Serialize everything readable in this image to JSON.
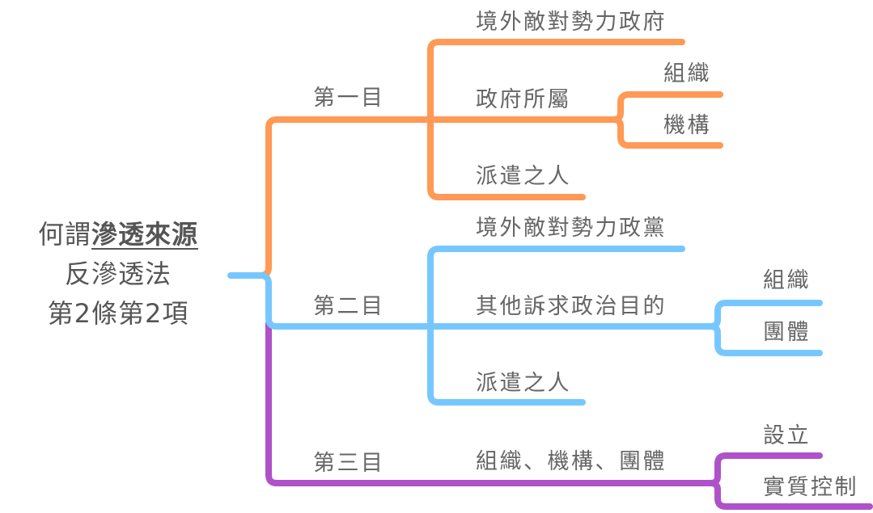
{
  "colors": {
    "orange": "#FF9955",
    "blue": "#77C7FF",
    "purple": "#AF52C9",
    "text": "#666666",
    "root_text": "#555555"
  },
  "root": {
    "line1_prefix": "何謂",
    "line1_emphasis": "滲透來源",
    "line2": "反滲透法",
    "line3": "第2條第2項"
  },
  "branches": [
    {
      "label": "第一目",
      "color": "orange",
      "children": [
        {
          "label": "境外敵對勢力政府"
        },
        {
          "label": "政府所屬",
          "children": [
            {
              "label": "組織"
            },
            {
              "label": "機構"
            }
          ]
        },
        {
          "label": "派遣之人"
        }
      ]
    },
    {
      "label": "第二目",
      "color": "blue",
      "children": [
        {
          "label": "境外敵對勢力政黨"
        },
        {
          "label": "其他訴求政治目的",
          "children": [
            {
              "label": "組織"
            },
            {
              "label": "團體"
            }
          ]
        },
        {
          "label": "派遣之人"
        }
      ]
    },
    {
      "label": "第三目",
      "color": "purple",
      "children": [
        {
          "label": "組織、機構、團體",
          "children": [
            {
              "label": "設立"
            },
            {
              "label": "實質控制"
            }
          ]
        }
      ]
    }
  ]
}
